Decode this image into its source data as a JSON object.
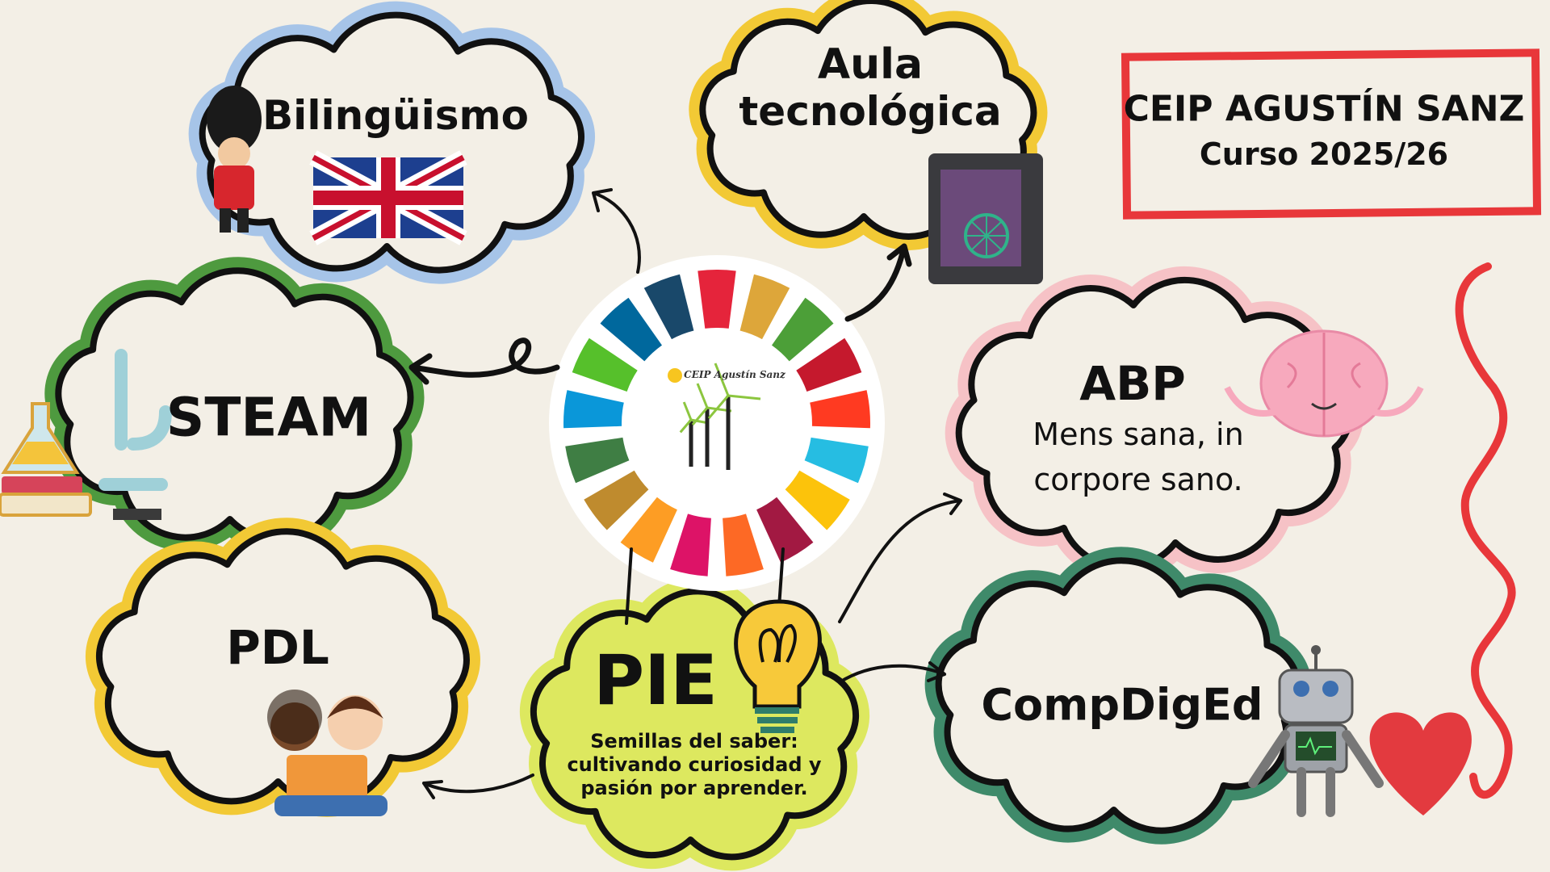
{
  "header": {
    "school": "CEIP AGUSTÍN SANZ",
    "course": "Curso 2025/26"
  },
  "center_logo": {
    "text": "CEIP Agustín Sanz"
  },
  "nodes": {
    "bilinguismo": {
      "title": "Bilingüismo"
    },
    "aula": {
      "title_line1": "Aula",
      "title_line2": "tecnológica"
    },
    "steam": {
      "title": "STEAM"
    },
    "abp": {
      "title": "ABP",
      "subtitle_line1": "Mens sana, in",
      "subtitle_line2": "corpore sano."
    },
    "pdl": {
      "title": "PDL"
    },
    "pie": {
      "title": "PIE",
      "line1": "Semillas del saber:",
      "line2": "cultivando curiosidad y",
      "line3": "pasión por aprender."
    },
    "compdiged": {
      "title": "CompDigEd"
    }
  },
  "colors": {
    "background": "#f3efe6",
    "accent_red": "#e8373a",
    "blue_halo": "#a6c4e8",
    "yellow_halo": "#f2c935",
    "green_halo": "#4e9a3f",
    "pink_halo": "#f6c2c6",
    "teal_halo": "#3f8a6a",
    "pie_fill": "#dde85f"
  },
  "sdg_colors": [
    "#e5243b",
    "#dda63a",
    "#4c9f38",
    "#c5192d",
    "#ff3a21",
    "#26bde2",
    "#fcc30b",
    "#a21942",
    "#fd6925",
    "#dd1367",
    "#fd9d24",
    "#bf8b2e",
    "#3f7e44",
    "#0a97d9",
    "#56c02b",
    "#00689d",
    "#19486a"
  ]
}
